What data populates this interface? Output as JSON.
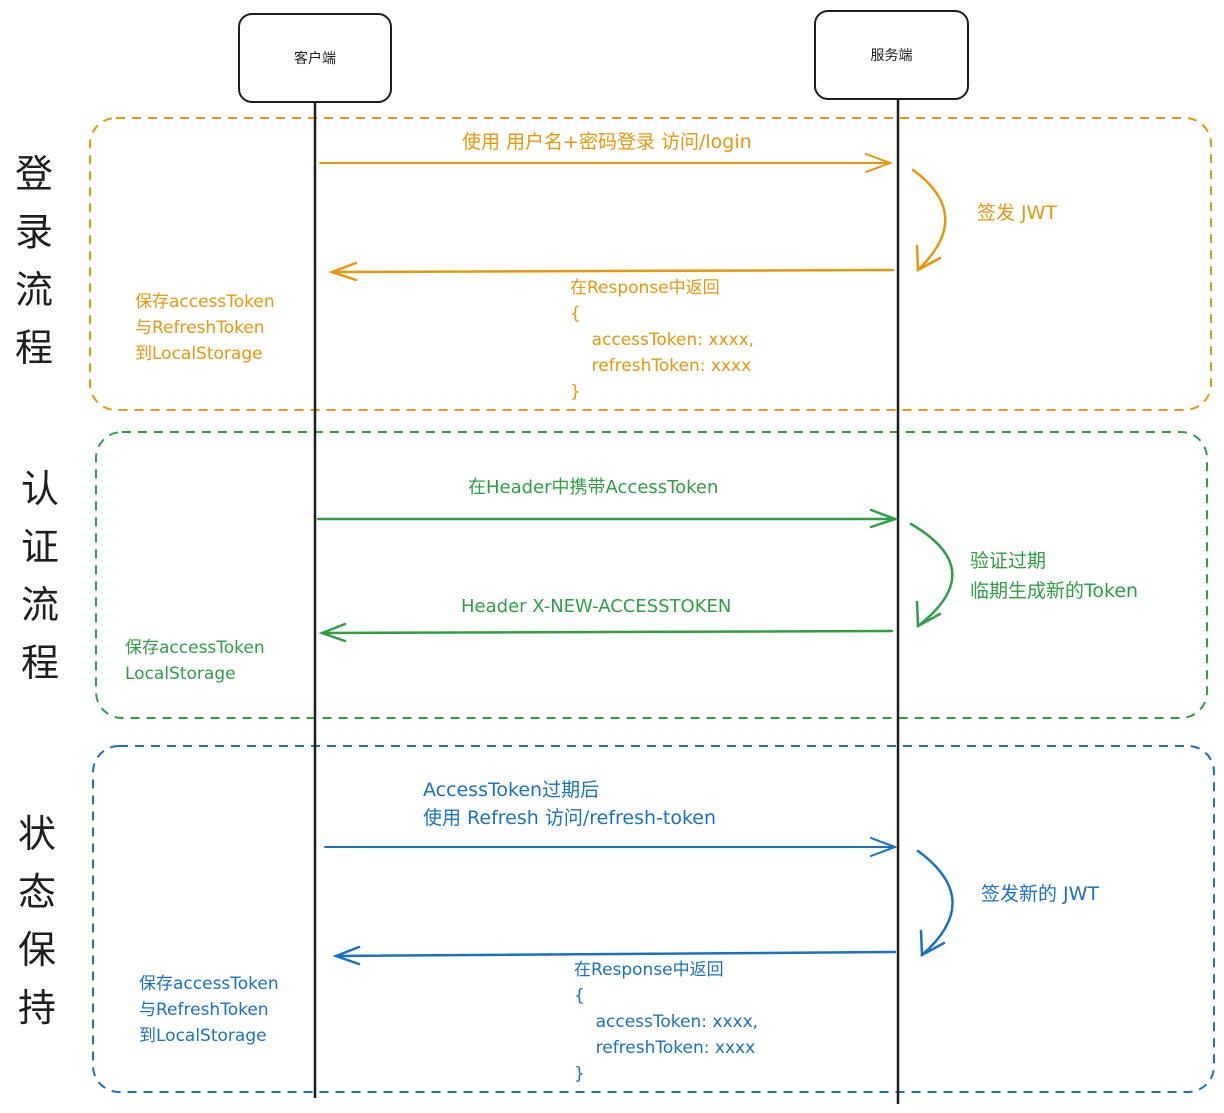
{
  "colors": {
    "login": "#e8960c",
    "auth": "#2f9e44",
    "keep": "#1971c2",
    "ink": "#1e1e1e"
  },
  "actors": {
    "client": "客户端",
    "server": "服务端"
  },
  "sections": {
    "login": {
      "title": "登\n录\n流\n程",
      "request": "使用 用户名+密码登录 访问/login",
      "server_note": "签发 JWT",
      "response": "在Response中返回\n{\n    accessToken: xxxx,\n    refreshToken: xxxx\n}",
      "client_note": "保存accessToken\n与RefreshToken\n到LocalStorage"
    },
    "auth": {
      "title": "认\n证\n流\n程",
      "request": "在Header中携带AccessToken",
      "server_note": "验证过期\n临期生成新的Token",
      "response": "Header X-NEW-ACCESSTOKEN",
      "client_note": "保存accessToken\nLocalStorage"
    },
    "keep": {
      "title": "状\n态\n保\n持",
      "request": "AccessToken过期后\n使用 Refresh 访问/refresh-token",
      "server_note": "签发新的 JWT",
      "response": "在Response中返回\n{\n    accessToken: xxxx,\n    refreshToken: xxxx\n}",
      "client_note": "保存accessToken\n与RefreshToken\n到LocalStorage"
    }
  }
}
